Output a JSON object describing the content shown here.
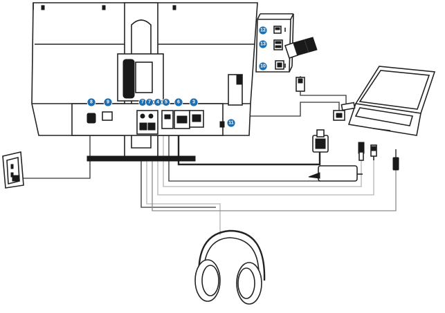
{
  "callouts": {
    "b8": "8",
    "b9": "9",
    "b7a": "7",
    "b7b": "7",
    "b4": "4",
    "b5": "5",
    "b6": "6",
    "b3": "3",
    "b11": "11",
    "b12": "12",
    "b13": "13",
    "b10": "10"
  },
  "colors": {
    "badge": "#1f6fb0",
    "line": "#222222",
    "cable_light": "#c2c2c2",
    "cable_grey": "#555555"
  },
  "icons": [
    "monitor-back",
    "power-outlet",
    "usb-flash-drive",
    "laptop",
    "headphones",
    "vga-connector",
    "dvi-connector",
    "hdmi-connector",
    "audio-jack",
    "power-cable"
  ]
}
